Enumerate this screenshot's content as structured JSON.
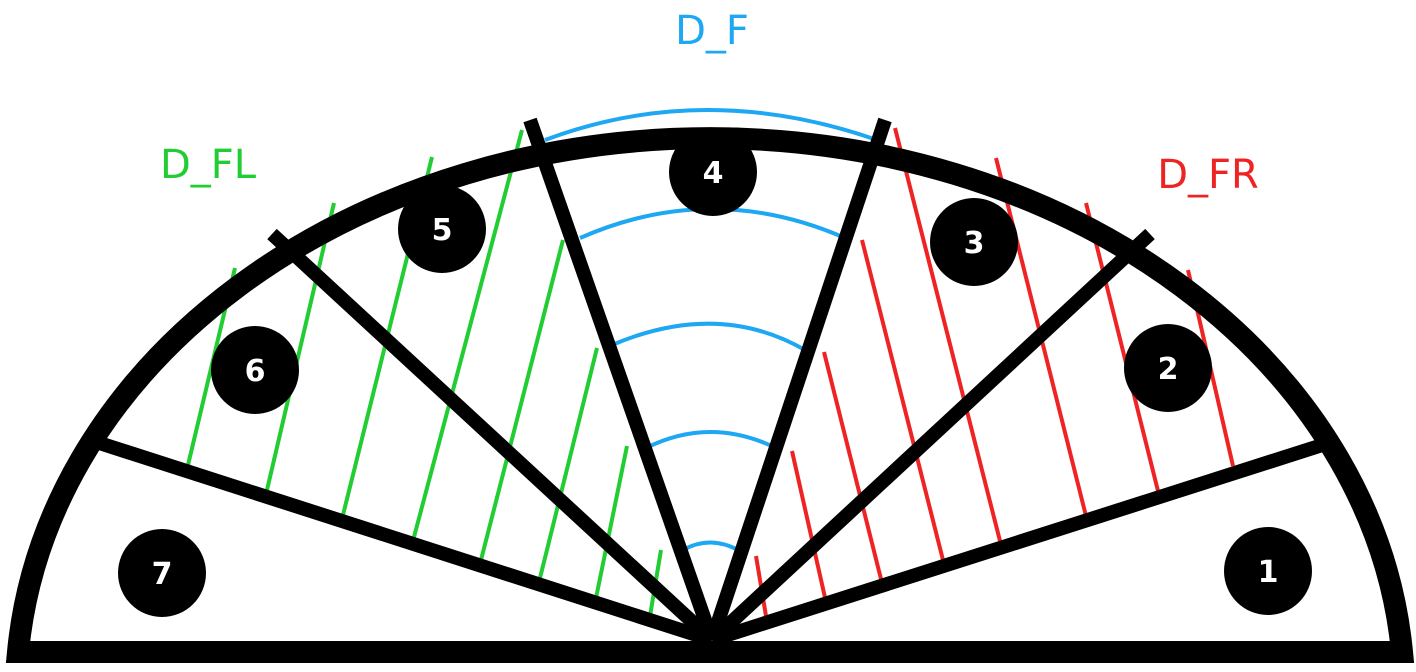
{
  "zones": [
    {
      "key": "front",
      "label": "D_F",
      "color": "#1EA7F2"
    },
    {
      "key": "front_left",
      "label": "D_FL",
      "color": "#22CC33"
    },
    {
      "key": "front_right",
      "label": "D_FR",
      "color": "#EE2424"
    }
  ],
  "sectors": [
    {
      "number": "1"
    },
    {
      "number": "2"
    },
    {
      "number": "3"
    },
    {
      "number": "4"
    },
    {
      "number": "5"
    },
    {
      "number": "6"
    },
    {
      "number": "7"
    }
  ],
  "colors": {
    "outline": "#000000",
    "background": "#ffffff"
  }
}
